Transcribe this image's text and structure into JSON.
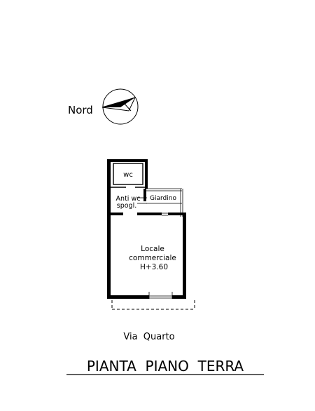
{
  "compass": {
    "label": "Nord"
  },
  "rooms": {
    "wc": "wc",
    "anti_wc_line1": "Anti wc",
    "anti_wc_line2": "spogl.",
    "giardino": "Giardino",
    "locale_line1": "Locale",
    "locale_line2": "commerciale",
    "locale_line3": "H+3.60"
  },
  "street": "Via  Quarto",
  "title": "PIANTA  PIANO  TERRA"
}
